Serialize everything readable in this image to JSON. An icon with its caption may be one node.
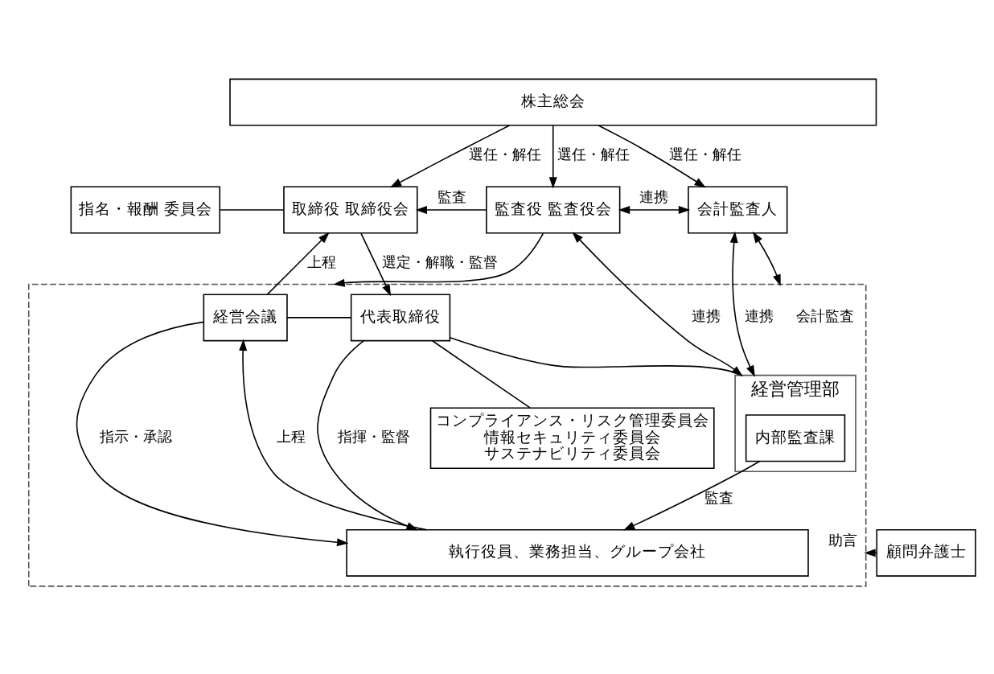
{
  "diagram": {
    "nodes": [
      {
        "text": [
          "株主総会"
        ]
      },
      {
        "text": [
          "指名・報酬 委員会"
        ]
      },
      {
        "text": [
          "取締役 取締役会"
        ]
      },
      {
        "text": [
          "監査役 監査役会"
        ]
      },
      {
        "text": [
          "会計監査人"
        ]
      },
      {
        "text": [],
        "shape": "box"
      },
      {
        "text": [
          "経営会議"
        ],
        "in": 5
      },
      {
        "text": [
          "代表取締役"
        ],
        "in": 5
      },
      {
        "text": [
          "経営管理部"
        ],
        "in": 5
      },
      {
        "text": [
          "内部監査課"
        ],
        "in": 8
      },
      {
        "text": [
          "コンプライアンス・リスク管理委員会",
          "情報セキュリティ委員会",
          "サステナビリティ委員会"
        ],
        "in": 5
      },
      {
        "text": [
          "執行役員、業務担当、グループ会社"
        ],
        "in": 5
      },
      {
        "text": [
          "顧問弁護士"
        ]
      }
    ],
    "edges": [
      {
        "from": 0,
        "to": 2,
        "arrow": "to",
        "label": "選任・解任"
      },
      {
        "from": 0,
        "to": 3,
        "arrow": "to",
        "label": "選任・解任"
      },
      {
        "from": 0,
        "to": 4,
        "arrow": "to",
        "label": "選任・解任"
      },
      {
        "from": 1,
        "to": 2,
        "arrow": "none"
      },
      {
        "from": 3,
        "to": 2,
        "arrow": "to",
        "label": "監査"
      },
      {
        "from": 3,
        "to": 5,
        "arrow": "to"
      },
      {
        "from": 3,
        "to": 4,
        "arrow": "both",
        "label": "連携"
      },
      {
        "from": 2,
        "to": 7,
        "arrow": "to",
        "label": "選定・解職・監督"
      },
      {
        "from": 3,
        "to": 8,
        "arrow": "both",
        "label": "連携"
      },
      {
        "from": 6,
        "to": 2,
        "arrow": "to",
        "label": "上程"
      },
      {
        "from": 4,
        "to": 8,
        "arrow": "both",
        "label": "連携"
      },
      {
        "from": 4,
        "to": 5,
        "arrow": "both",
        "label": "会計監査"
      },
      {
        "from": 6,
        "to": 7,
        "arrow": "none"
      },
      {
        "from": 7,
        "to": 8,
        "arrow": "none"
      },
      {
        "from": 7,
        "to": 10,
        "arrow": "none"
      },
      {
        "from": 12,
        "to": 5,
        "arrow": "to",
        "label": "助言"
      },
      {
        "from": 7,
        "to": 11,
        "arrow": "to",
        "label": "指揮・監督"
      },
      {
        "from": 6,
        "to": 11,
        "arrow": "to",
        "label": "指示・承認"
      },
      {
        "from": 11,
        "to": 6,
        "arrow": "to",
        "label": "上程"
      },
      {
        "from": 9,
        "to": 11,
        "arrow": "to",
        "label": "監査"
      }
    ]
  }
}
